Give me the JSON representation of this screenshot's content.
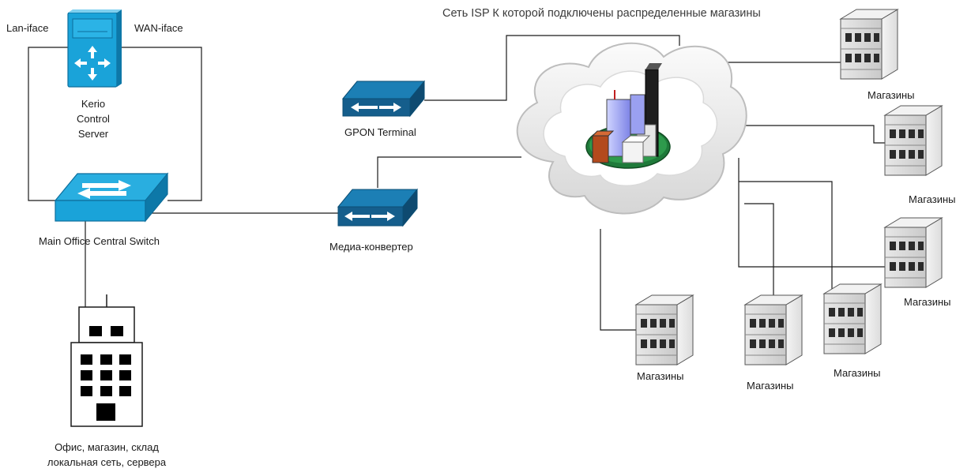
{
  "title": "Сеть ISP К которой подключены распределенные магазины",
  "labels": {
    "lan_iface": "Lan-iface",
    "wan_iface": "WAN-iface",
    "kerio_line1": "Kerio",
    "kerio_line2": "Control",
    "kerio_line3": "Server",
    "main_switch": "Main Office Central Switch",
    "gpon": "GPON Terminal",
    "media_converter": "Медиа-конвертер",
    "office_line1": "Офис, магазин, склад",
    "office_line2": "локальная сеть, сервера"
  },
  "stores": [
    {
      "label": "Магазины"
    },
    {
      "label": "Магазины"
    },
    {
      "label": "Магазины"
    },
    {
      "label": "Магазины"
    },
    {
      "label": "Магазины"
    },
    {
      "label": "Магазины"
    }
  ],
  "colors": {
    "router_blue": "#1aa3d9",
    "router_dark": "#0d78a8",
    "line": "#1a1a1a",
    "cloud": "#e9e9e9",
    "building_green": "#1f7a3a"
  }
}
